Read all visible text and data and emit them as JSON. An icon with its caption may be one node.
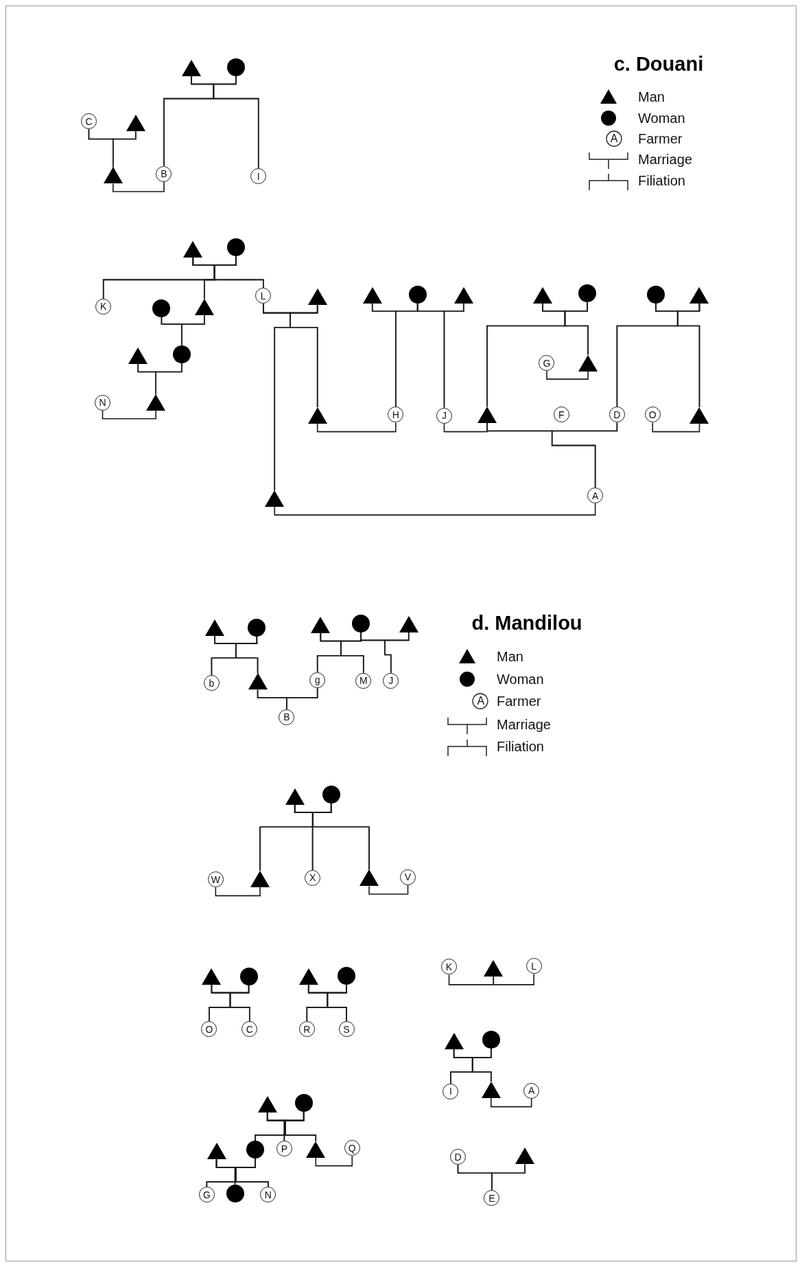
{
  "diagram": {
    "nodes": [
      {
        "text": [],
        "shape": "triangle"
      },
      {
        "text": [],
        "shape": "circle"
      },
      {
        "text": [
          "C"
        ]
      },
      {
        "text": [],
        "shape": "triangle"
      },
      {
        "text": [],
        "shape": "triangle"
      },
      {
        "text": [
          "B"
        ]
      },
      {
        "text": [
          "I"
        ]
      },
      {
        "text": [],
        "shape": "triangle"
      },
      {
        "text": [],
        "shape": "circle"
      },
      {
        "text": [
          "K"
        ]
      },
      {
        "text": [],
        "shape": "triangle"
      },
      {
        "text": [
          "L"
        ]
      },
      {
        "text": [],
        "shape": "triangle"
      },
      {
        "text": [],
        "shape": "triangle"
      },
      {
        "text": [],
        "shape": "circle"
      },
      {
        "text": [],
        "shape": "triangle"
      },
      {
        "text": [],
        "shape": "triangle"
      },
      {
        "text": [],
        "shape": "circle"
      },
      {
        "text": [],
        "shape": "circle"
      },
      {
        "text": [],
        "shape": "triangle"
      },
      {
        "text": [],
        "shape": "circle"
      },
      {
        "text": [],
        "shape": "circle"
      },
      {
        "text": [],
        "shape": "triangle"
      },
      {
        "text": [
          "G"
        ]
      },
      {
        "text": [],
        "shape": "triangle"
      },
      {
        "text": [
          "N"
        ]
      },
      {
        "text": [],
        "shape": "triangle"
      },
      {
        "text": [],
        "shape": "triangle"
      },
      {
        "text": [
          "H"
        ]
      },
      {
        "text": [
          "J"
        ]
      },
      {
        "text": [],
        "shape": "triangle"
      },
      {
        "text": [
          "F"
        ]
      },
      {
        "text": [
          "D"
        ]
      },
      {
        "text": [
          "O"
        ]
      },
      {
        "text": [],
        "shape": "triangle"
      },
      {
        "text": [],
        "shape": "triangle"
      },
      {
        "text": [
          "A"
        ]
      },
      {
        "text": [],
        "shape": "triangle"
      },
      {
        "text": [],
        "shape": "circle"
      },
      {
        "text": [],
        "shape": "triangle"
      },
      {
        "text": [],
        "shape": "circle"
      },
      {
        "text": [],
        "shape": "triangle"
      },
      {
        "text": [
          "b"
        ]
      },
      {
        "text": [],
        "shape": "triangle"
      },
      {
        "text": [
          "g"
        ]
      },
      {
        "text": [
          "M"
        ]
      },
      {
        "text": [
          "J"
        ]
      },
      {
        "text": [
          "B"
        ]
      },
      {
        "text": [],
        "shape": "triangle"
      },
      {
        "text": [],
        "shape": "circle"
      },
      {
        "text": [
          "W"
        ]
      },
      {
        "text": [],
        "shape": "triangle"
      },
      {
        "text": [
          "X"
        ]
      },
      {
        "text": [],
        "shape": "triangle"
      },
      {
        "text": [
          "V"
        ]
      },
      {
        "text": [],
        "shape": "triangle"
      },
      {
        "text": [],
        "shape": "circle"
      },
      {
        "text": [],
        "shape": "triangle"
      },
      {
        "text": [],
        "shape": "circle"
      },
      {
        "text": [
          "K"
        ]
      },
      {
        "text": [],
        "shape": "triangle"
      },
      {
        "text": [
          "L"
        ]
      },
      {
        "text": [
          "O"
        ]
      },
      {
        "text": [
          "C"
        ]
      },
      {
        "text": [
          "R"
        ]
      },
      {
        "text": [
          "S"
        ]
      },
      {
        "text": [],
        "shape": "triangle"
      },
      {
        "text": [],
        "shape": "circle"
      },
      {
        "text": [
          "I"
        ]
      },
      {
        "text": [],
        "shape": "triangle"
      },
      {
        "text": [
          "A"
        ]
      },
      {
        "text": [],
        "shape": "triangle"
      },
      {
        "text": [],
        "shape": "circle"
      },
      {
        "text": [
          "D"
        ]
      },
      {
        "text": [],
        "shape": "triangle"
      },
      {
        "text": [],
        "shape": "triangle"
      },
      {
        "text": [],
        "shape": "circle"
      },
      {
        "text": [
          "P"
        ]
      },
      {
        "text": [],
        "shape": "triangle"
      },
      {
        "text": [
          "Q"
        ]
      },
      {
        "text": [
          "E"
        ]
      },
      {
        "text": [
          "G"
        ]
      },
      {
        "text": [],
        "shape": "circle"
      },
      {
        "text": [
          "N"
        ]
      }
    ],
    "edges": [
      {
        "from": 0,
        "to": 1,
        "arrow": "none"
      },
      {
        "from": 0,
        "to": 5,
        "arrow": "none"
      },
      {
        "from": 1,
        "to": 5,
        "arrow": "none"
      },
      {
        "from": 0,
        "to": 6,
        "arrow": "none"
      },
      {
        "from": 1,
        "to": 6,
        "arrow": "none"
      },
      {
        "from": 2,
        "to": 3,
        "arrow": "none"
      },
      {
        "from": 2,
        "to": 4,
        "arrow": "none"
      },
      {
        "from": 3,
        "to": 4,
        "arrow": "none"
      },
      {
        "from": 4,
        "to": 5,
        "arrow": "none"
      },
      {
        "from": 7,
        "to": 8,
        "arrow": "none"
      },
      {
        "from": 7,
        "to": 9,
        "arrow": "none"
      },
      {
        "from": 8,
        "to": 9,
        "arrow": "none"
      },
      {
        "from": 7,
        "to": 10,
        "arrow": "none"
      },
      {
        "from": 8,
        "to": 10,
        "arrow": "none"
      },
      {
        "from": 7,
        "to": 11,
        "arrow": "none"
      },
      {
        "from": 8,
        "to": 11,
        "arrow": "none"
      },
      {
        "from": 11,
        "to": 12,
        "arrow": "none"
      },
      {
        "from": 11,
        "to": 35,
        "arrow": "none"
      },
      {
        "from": 12,
        "to": 35,
        "arrow": "none"
      },
      {
        "from": 11,
        "to": 27,
        "arrow": "none"
      },
      {
        "from": 12,
        "to": 27,
        "arrow": "none"
      },
      {
        "from": 13,
        "to": 14,
        "arrow": "none"
      },
      {
        "from": 14,
        "to": 15,
        "arrow": "none"
      },
      {
        "from": 13,
        "to": 28,
        "arrow": "none"
      },
      {
        "from": 14,
        "to": 28,
        "arrow": "none"
      },
      {
        "from": 14,
        "to": 29,
        "arrow": "none"
      },
      {
        "from": 15,
        "to": 29,
        "arrow": "none"
      },
      {
        "from": 16,
        "to": 17,
        "arrow": "none"
      },
      {
        "from": 16,
        "to": 30,
        "arrow": "none"
      },
      {
        "from": 17,
        "to": 30,
        "arrow": "none"
      },
      {
        "from": 16,
        "to": 24,
        "arrow": "none"
      },
      {
        "from": 17,
        "to": 24,
        "arrow": "none"
      },
      {
        "from": 18,
        "to": 19,
        "arrow": "none"
      },
      {
        "from": 18,
        "to": 32,
        "arrow": "none"
      },
      {
        "from": 19,
        "to": 32,
        "arrow": "none"
      },
      {
        "from": 18,
        "to": 34,
        "arrow": "none"
      },
      {
        "from": 19,
        "to": 34,
        "arrow": "none"
      },
      {
        "from": 20,
        "to": 10,
        "arrow": "none"
      },
      {
        "from": 20,
        "to": 21,
        "arrow": "none"
      },
      {
        "from": 10,
        "to": 21,
        "arrow": "none"
      },
      {
        "from": 22,
        "to": 21,
        "arrow": "none"
      },
      {
        "from": 22,
        "to": 26,
        "arrow": "none"
      },
      {
        "from": 21,
        "to": 26,
        "arrow": "none"
      },
      {
        "from": 23,
        "to": 24,
        "arrow": "none"
      },
      {
        "from": 25,
        "to": 26,
        "arrow": "none"
      },
      {
        "from": 27,
        "to": 28,
        "arrow": "none"
      },
      {
        "from": 29,
        "to": 30,
        "arrow": "none"
      },
      {
        "from": 30,
        "to": 32,
        "arrow": "none"
      },
      {
        "from": 30,
        "to": 36,
        "arrow": "none"
      },
      {
        "from": 32,
        "to": 36,
        "arrow": "none"
      },
      {
        "from": 33,
        "to": 34,
        "arrow": "none"
      },
      {
        "from": 35,
        "to": 36,
        "arrow": "none"
      },
      {
        "from": 37,
        "to": 38,
        "arrow": "none"
      },
      {
        "from": 37,
        "to": 42,
        "arrow": "none"
      },
      {
        "from": 38,
        "to": 42,
        "arrow": "none"
      },
      {
        "from": 37,
        "to": 43,
        "arrow": "none"
      },
      {
        "from": 38,
        "to": 43,
        "arrow": "none"
      },
      {
        "from": 39,
        "to": 40,
        "arrow": "none"
      },
      {
        "from": 40,
        "to": 41,
        "arrow": "none"
      },
      {
        "from": 39,
        "to": 44,
        "arrow": "none"
      },
      {
        "from": 40,
        "to": 44,
        "arrow": "none"
      },
      {
        "from": 39,
        "to": 45,
        "arrow": "none"
      },
      {
        "from": 40,
        "to": 45,
        "arrow": "none"
      },
      {
        "from": 40,
        "to": 46,
        "arrow": "none"
      },
      {
        "from": 41,
        "to": 46,
        "arrow": "none"
      },
      {
        "from": 43,
        "to": 44,
        "arrow": "none"
      },
      {
        "from": 43,
        "to": 47,
        "arrow": "none"
      },
      {
        "from": 44,
        "to": 47,
        "arrow": "none"
      },
      {
        "from": 48,
        "to": 49,
        "arrow": "none"
      },
      {
        "from": 48,
        "to": 51,
        "arrow": "none"
      },
      {
        "from": 49,
        "to": 51,
        "arrow": "none"
      },
      {
        "from": 48,
        "to": 52,
        "arrow": "none"
      },
      {
        "from": 49,
        "to": 52,
        "arrow": "none"
      },
      {
        "from": 48,
        "to": 53,
        "arrow": "none"
      },
      {
        "from": 49,
        "to": 53,
        "arrow": "none"
      },
      {
        "from": 50,
        "to": 51,
        "arrow": "none"
      },
      {
        "from": 53,
        "to": 54,
        "arrow": "none"
      },
      {
        "from": 55,
        "to": 56,
        "arrow": "none"
      },
      {
        "from": 55,
        "to": 62,
        "arrow": "none"
      },
      {
        "from": 56,
        "to": 62,
        "arrow": "none"
      },
      {
        "from": 55,
        "to": 63,
        "arrow": "none"
      },
      {
        "from": 56,
        "to": 63,
        "arrow": "none"
      },
      {
        "from": 57,
        "to": 58,
        "arrow": "none"
      },
      {
        "from": 57,
        "to": 64,
        "arrow": "none"
      },
      {
        "from": 58,
        "to": 64,
        "arrow": "none"
      },
      {
        "from": 57,
        "to": 65,
        "arrow": "none"
      },
      {
        "from": 58,
        "to": 65,
        "arrow": "none"
      },
      {
        "from": 59,
        "to": 60,
        "arrow": "none"
      },
      {
        "from": 60,
        "to": 61,
        "arrow": "none"
      },
      {
        "from": 66,
        "to": 67,
        "arrow": "none"
      },
      {
        "from": 66,
        "to": 68,
        "arrow": "none"
      },
      {
        "from": 67,
        "to": 68,
        "arrow": "none"
      },
      {
        "from": 66,
        "to": 69,
        "arrow": "none"
      },
      {
        "from": 67,
        "to": 69,
        "arrow": "none"
      },
      {
        "from": 69,
        "to": 70,
        "arrow": "none"
      },
      {
        "from": 71,
        "to": 72,
        "arrow": "none"
      },
      {
        "from": 71,
        "to": 76,
        "arrow": "none"
      },
      {
        "from": 72,
        "to": 76,
        "arrow": "none"
      },
      {
        "from": 71,
        "to": 77,
        "arrow": "none"
      },
      {
        "from": 72,
        "to": 77,
        "arrow": "none"
      },
      {
        "from": 71,
        "to": 78,
        "arrow": "none"
      },
      {
        "from": 72,
        "to": 78,
        "arrow": "none"
      },
      {
        "from": 78,
        "to": 79,
        "arrow": "none"
      },
      {
        "from": 75,
        "to": 76,
        "arrow": "none"
      },
      {
        "from": 75,
        "to": 81,
        "arrow": "none"
      },
      {
        "from": 76,
        "to": 81,
        "arrow": "none"
      },
      {
        "from": 75,
        "to": 82,
        "arrow": "none"
      },
      {
        "from": 76,
        "to": 82,
        "arrow": "none"
      },
      {
        "from": 75,
        "to": 83,
        "arrow": "none"
      },
      {
        "from": 76,
        "to": 83,
        "arrow": "none"
      },
      {
        "from": 73,
        "to": 74,
        "arrow": "none"
      },
      {
        "from": 73,
        "to": 80,
        "arrow": "none"
      },
      {
        "from": 74,
        "to": 80,
        "arrow": "none"
      }
    ],
    "labels": [
      "c. Douani",
      "A",
      "d. Mandilou",
      "A"
    ],
    "legend": [
      {
        "text": "Man"
      },
      {
        "text": "Woman"
      },
      {
        "text": "Farmer"
      },
      {
        "text": "Marriage"
      },
      {
        "text": "Filiation"
      },
      {
        "text": "Man"
      },
      {
        "text": "Woman"
      },
      {
        "text": "Farmer"
      },
      {
        "text": "Marriage"
      },
      {
        "text": "Filiation"
      }
    ]
  }
}
